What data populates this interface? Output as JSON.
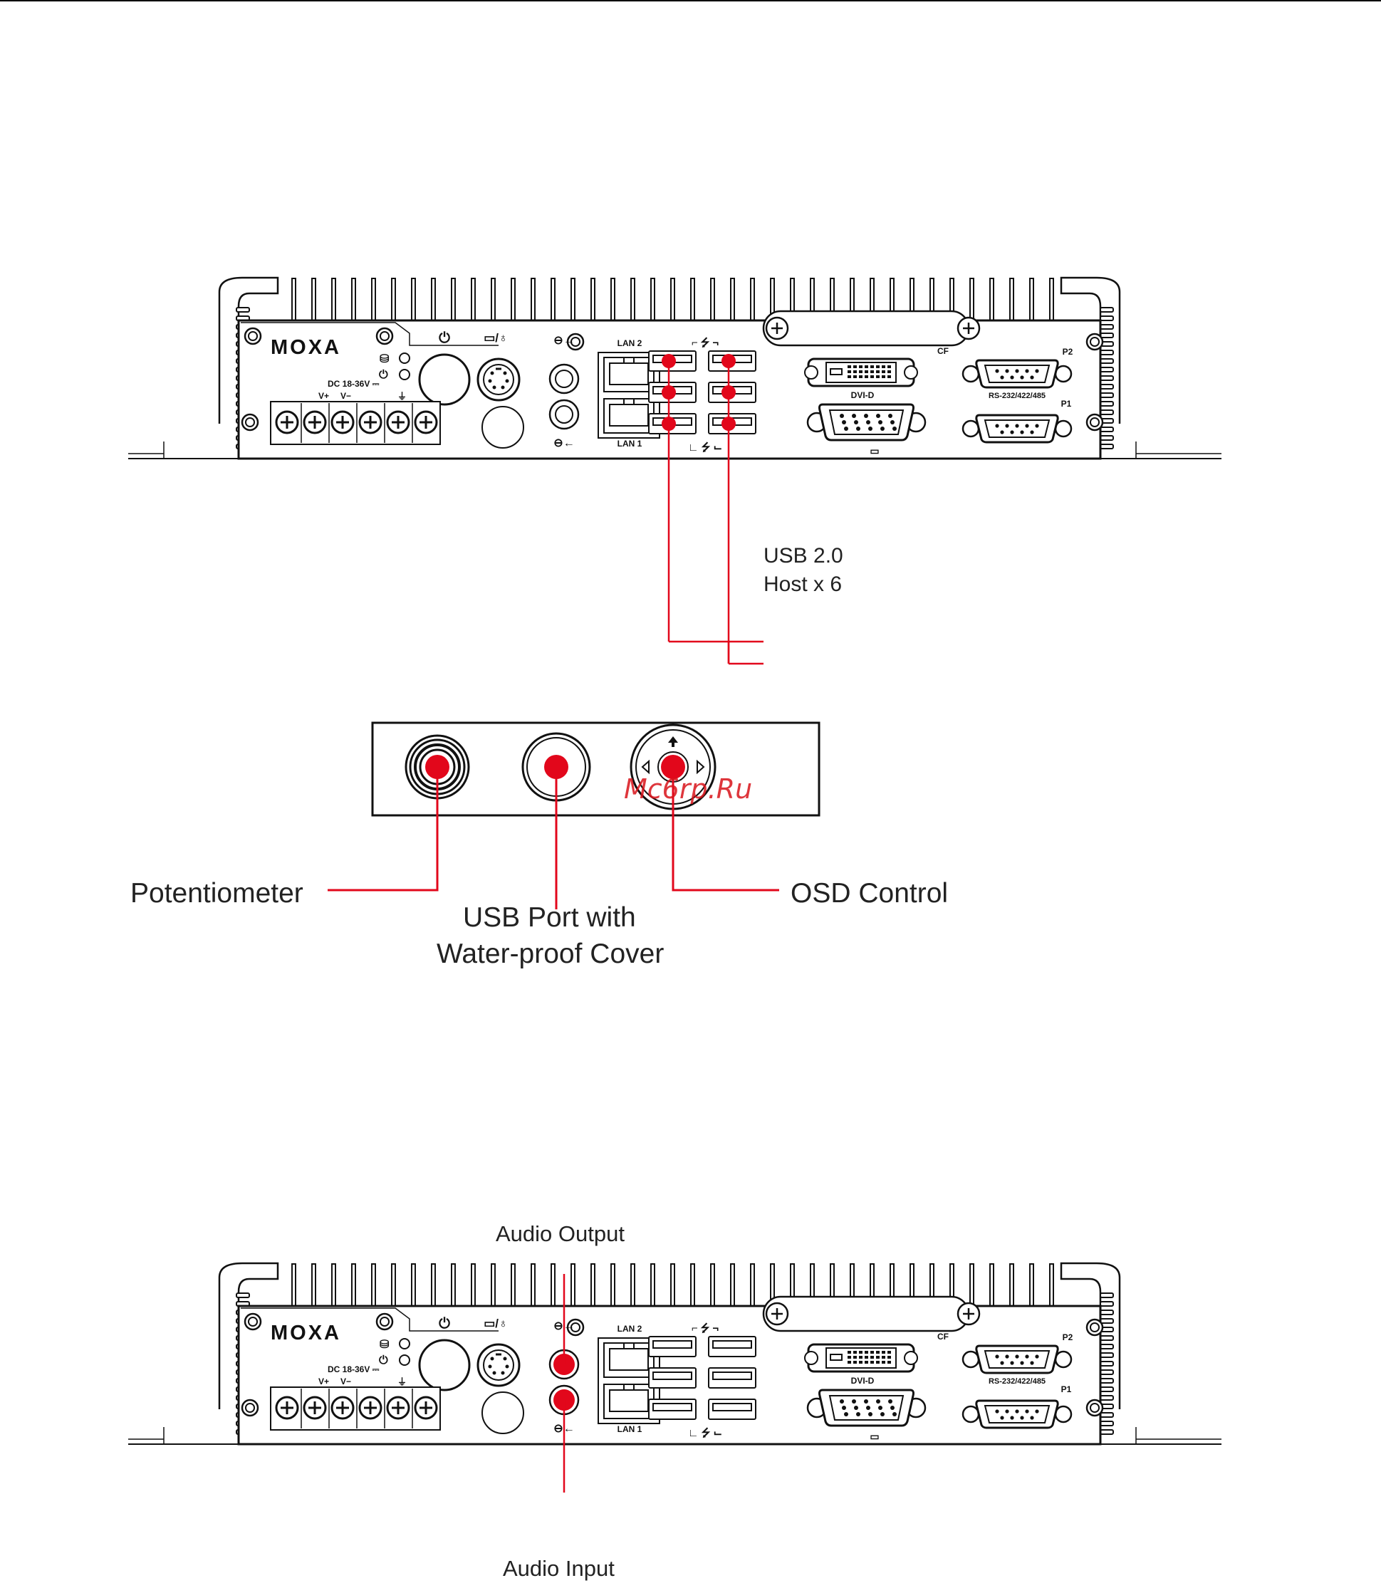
{
  "accent_color": "#e2071b",
  "watermark": "Mc6rp.Ru",
  "panels": [
    {
      "id": "front-panel-usb",
      "brand": "MOXA",
      "labels": {
        "power_rating": "DC 18-36V",
        "v_plus": "V+",
        "v_minus": "V−",
        "lan2": "LAN 2",
        "lan1": "LAN 1",
        "cf": "CF",
        "dvi": "DVI-D",
        "p2": "P2",
        "p1": "P1",
        "serial": "RS-232/422/485"
      },
      "callouts": [
        "USB 2.0",
        "Host x 6"
      ]
    },
    {
      "id": "front-panel-audio",
      "brand": "MOXA",
      "labels": {
        "power_rating": "DC 18-36V",
        "v_plus": "V+",
        "v_minus": "V−",
        "lan2": "LAN 2",
        "lan1": "LAN 1",
        "cf": "CF",
        "dvi": "DVI-D",
        "p2": "P2",
        "p1": "P1",
        "serial": "RS-232/422/485"
      },
      "callouts": [
        "Audio Output",
        "Audio Input"
      ]
    }
  ],
  "control_panel": {
    "callouts": [
      "Potentiometer",
      "USB Port with",
      "Water-proof Cover",
      "OSD Control"
    ]
  }
}
